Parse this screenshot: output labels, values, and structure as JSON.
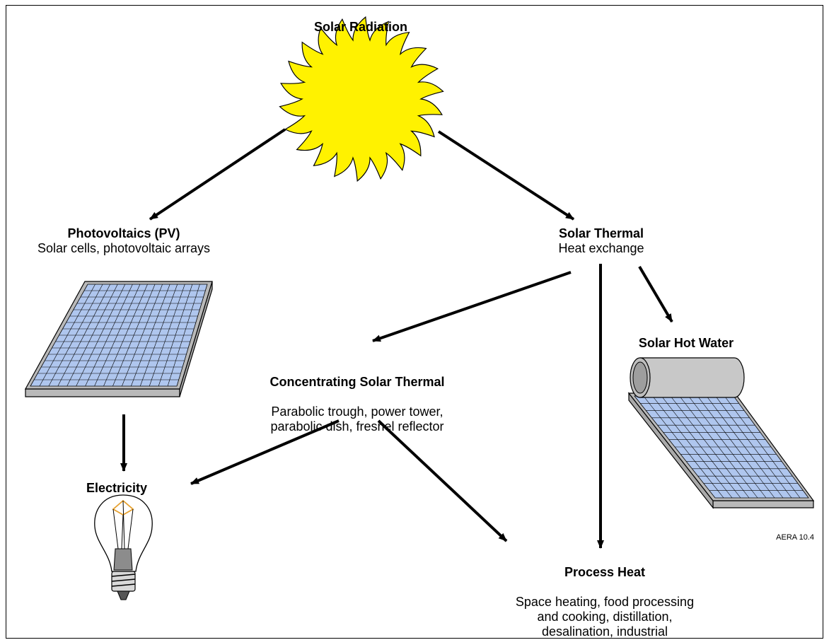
{
  "nodes": {
    "solar_radiation": {
      "title": "Solar Radiation"
    },
    "photovoltaics": {
      "title": "Photovoltaics (PV)",
      "subtitle": "Solar cells, photovoltaic arrays"
    },
    "solar_thermal": {
      "title": "Solar Thermal",
      "subtitle": "Heat exchange"
    },
    "concentrating": {
      "title": "Concentrating Solar Thermal",
      "subtitle": "Parabolic trough, power tower,\nparabolic dish, fresnel reflector"
    },
    "solar_hot_water": {
      "title": "Solar Hot Water"
    },
    "electricity": {
      "title": "Electricity"
    },
    "process_heat": {
      "title": "Process Heat",
      "subtitle": "Space heating, food processing\nand cooking, distillation,\ndesalination, industrial\nhot water"
    }
  },
  "edges": [
    {
      "from": "Solar Radiation",
      "to": "Photovoltaics (PV)"
    },
    {
      "from": "Solar Radiation",
      "to": "Solar Thermal"
    },
    {
      "from": "Photovoltaics (PV)",
      "to": "Electricity"
    },
    {
      "from": "Solar Thermal",
      "to": "Concentrating Solar Thermal"
    },
    {
      "from": "Solar Thermal",
      "to": "Process Heat"
    },
    {
      "from": "Solar Thermal",
      "to": "Solar Hot Water"
    },
    {
      "from": "Concentrating Solar Thermal",
      "to": "Electricity"
    },
    {
      "from": "Concentrating Solar Thermal",
      "to": "Process Heat"
    }
  ],
  "credit": "AERA 10.4",
  "colors": {
    "sun_fill": "#FFF200",
    "panel_cell": "#AFC6EE",
    "panel_frame": "#B9B9B9",
    "tank": "#C8C8C8",
    "filament": "#E6A02E"
  },
  "icons": [
    "sun-icon",
    "solar-panel-icon",
    "solar-water-heater-icon",
    "light-bulb-icon"
  ]
}
